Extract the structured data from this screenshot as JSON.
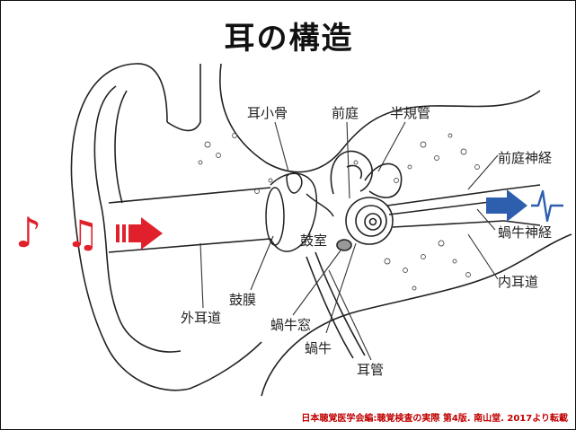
{
  "title": "耳の構造",
  "labels": {
    "ossicles": "耳小骨",
    "vestibule": "前庭",
    "semicircular_canals": "半規管",
    "vestibular_nerve": "前庭神経",
    "cochlear_nerve": "蝸牛神経",
    "tympanic_cavity": "鼓室",
    "tympanic_membrane": "鼓膜",
    "internal_auditory_canal": "内耳道",
    "external_auditory_canal": "外耳道",
    "round_window": "蝸牛窓",
    "cochlea": "蝸牛",
    "eustachian_tube": "耳管"
  },
  "symbols": {
    "note_single": "♪",
    "note_double": "♫"
  },
  "credit": "日本聴覚医学会編:聴覚検査の実際 第4版. 南山堂. 2017より転載",
  "colors": {
    "note": "#e0202a",
    "arrow_in": "#e0202a",
    "arrow_out": "#2e5fae",
    "signal": "#2e5fae",
    "credit": "#c00000"
  }
}
